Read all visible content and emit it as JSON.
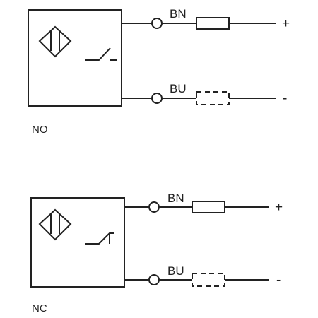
{
  "colors": {
    "ink": "#222222",
    "background": "#ffffff"
  },
  "diagrams": [
    {
      "caption": "NO",
      "switch_icon": "normally-open-contact-icon",
      "wires": [
        {
          "label": "BN",
          "sign": "+",
          "load": "solid"
        },
        {
          "label": "BU",
          "sign": "-",
          "load": "dashed"
        }
      ]
    },
    {
      "caption": "NC",
      "switch_icon": "normally-closed-contact-icon",
      "wires": [
        {
          "label": "BN",
          "sign": "+",
          "load": "solid"
        },
        {
          "label": "BU",
          "sign": "-",
          "load": "dashed"
        }
      ]
    }
  ]
}
